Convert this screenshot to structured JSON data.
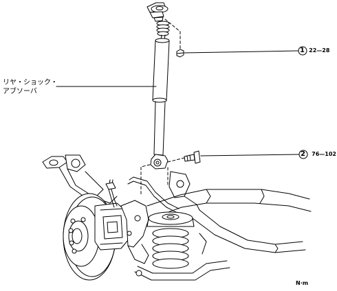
{
  "component_label": {
    "line1": "リヤ・ショック・",
    "line2": "アブソーバ"
  },
  "callouts": [
    {
      "number": "1",
      "torque": "22—28"
    },
    {
      "number": "2",
      "torque": "76—102"
    }
  ],
  "unit": "N·m"
}
